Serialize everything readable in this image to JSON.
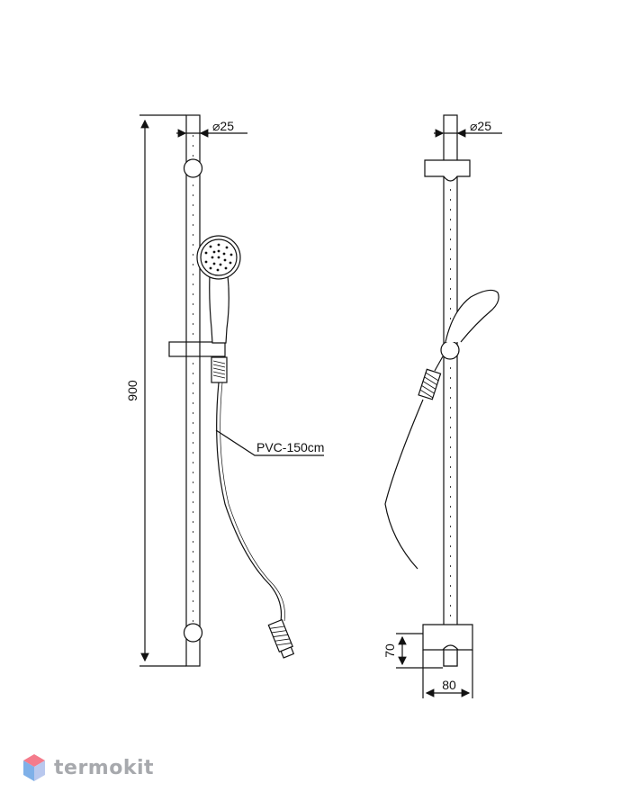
{
  "labels": {
    "front_diameter": "⌀25",
    "side_diameter": "⌀25",
    "total_height": "900",
    "hose": "PVC-150cm",
    "bracket_height": "70",
    "bracket_width": "80"
  },
  "brand": {
    "name": "termokit",
    "logo_icon": "cube-logo-icon",
    "colors": {
      "top": "#f47b8b",
      "left": "#7fb0e8",
      "right": "#b9c8ee",
      "text": "#a7a9ad"
    }
  },
  "line_color": "#111111"
}
